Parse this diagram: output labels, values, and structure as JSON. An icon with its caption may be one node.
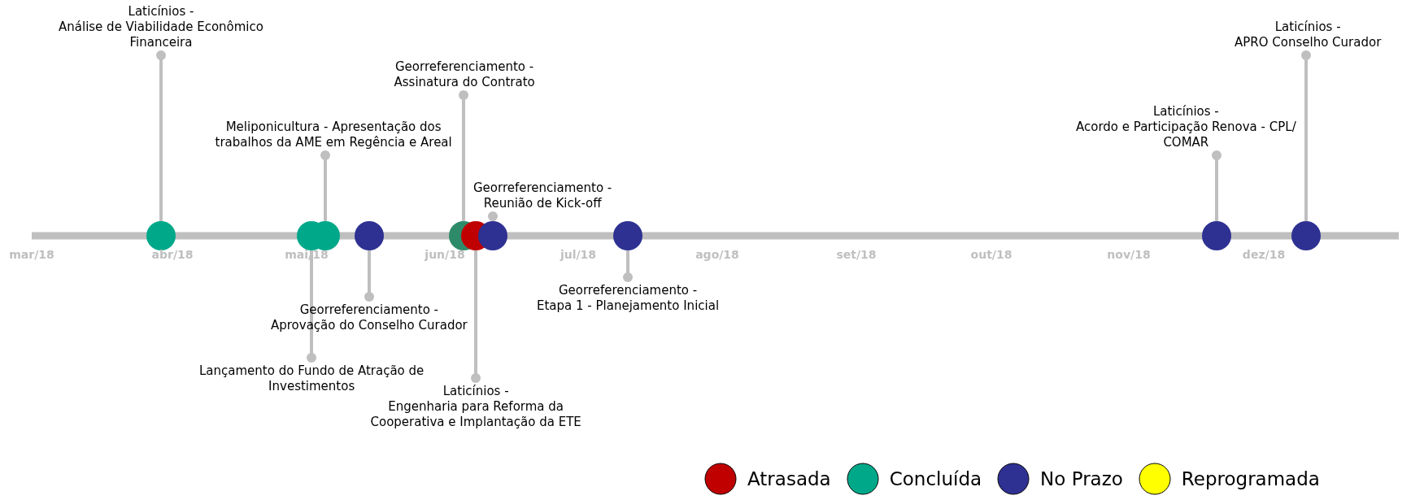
{
  "diagram": {
    "nodes": [
      {
        "text": [],
        "shape": "circle"
      },
      {
        "text": [],
        "shape": "circle"
      },
      {
        "text": [],
        "shape": "circle"
      },
      {
        "text": [],
        "shape": "circle"
      },
      {
        "text": [],
        "shape": "circle"
      },
      {
        "text": [],
        "shape": "circle"
      },
      {
        "text": [],
        "shape": "circle"
      },
      {
        "text": [],
        "shape": "circle"
      },
      {
        "text": [],
        "shape": "circle"
      },
      {
        "text": [],
        "shape": "circle"
      },
      {
        "text": [
          "Laticínios - Análise de Viabilidade Econômico Financeira"
        ]
      },
      {
        "text": [
          "Meliponicultura - Apresentação dos trabalhos da AME em Regência e Areal"
        ]
      },
      {
        "text": [
          "Georreferenciamento - Assinatura do Contrato"
        ]
      },
      {
        "text": [
          "Georreferenciamento - Reunião de Kick-off"
        ]
      },
      {
        "text": [
          "Laticínios - Acordo e Participação Renova - CPL/ COMAR"
        ]
      },
      {
        "text": [
          "Laticínios - APRO Conselho Curador"
        ]
      },
      {
        "text": [
          "Lançamento do Fundo de Atração de Investimentos"
        ]
      },
      {
        "text": [
          "Georreferenciamento - Aprovação do Conselho Curador"
        ]
      },
      {
        "text": [
          "Laticínios - Engenharia para Reforma da Cooperativa e Implantação da ETE"
        ]
      },
      {
        "text": [
          "Georreferenciamento - Etapa 1 - Planejamento Inicial"
        ]
      }
    ],
    "edges": [
      {
        "from": 10,
        "to": 0,
        "arrow": "other"
      },
      {
        "from": 11,
        "to": 2,
        "arrow": "other"
      },
      {
        "from": 12,
        "to": 4,
        "arrow": "other"
      },
      {
        "from": 13,
        "to": 6,
        "arrow": "other"
      },
      {
        "from": 14,
        "to": 8,
        "arrow": "other"
      },
      {
        "from": 15,
        "to": 9,
        "arrow": "other"
      },
      {
        "from": 16,
        "to": 1,
        "arrow": "other"
      },
      {
        "from": 17,
        "to": 3,
        "arrow": "other"
      },
      {
        "from": 18,
        "to": 5,
        "arrow": "other"
      },
      {
        "from": 19,
        "to": 7,
        "arrow": "other"
      }
    ],
    "labels": [
      "mar/18",
      "abr/18",
      "mai/18",
      "jun/18",
      "jul/18",
      "ago/18",
      "set/18",
      "out/18",
      "nov/18",
      "dez/18"
    ],
    "legend": [
      {
        "text": "Atrasada",
        "color": "#c00000"
      },
      {
        "text": "Concluída",
        "color": "#00a88a"
      },
      {
        "text": "No Prazo",
        "color": "#2e3192"
      },
      {
        "text": "Reprogramada",
        "color": "#ffff00"
      }
    ]
  }
}
